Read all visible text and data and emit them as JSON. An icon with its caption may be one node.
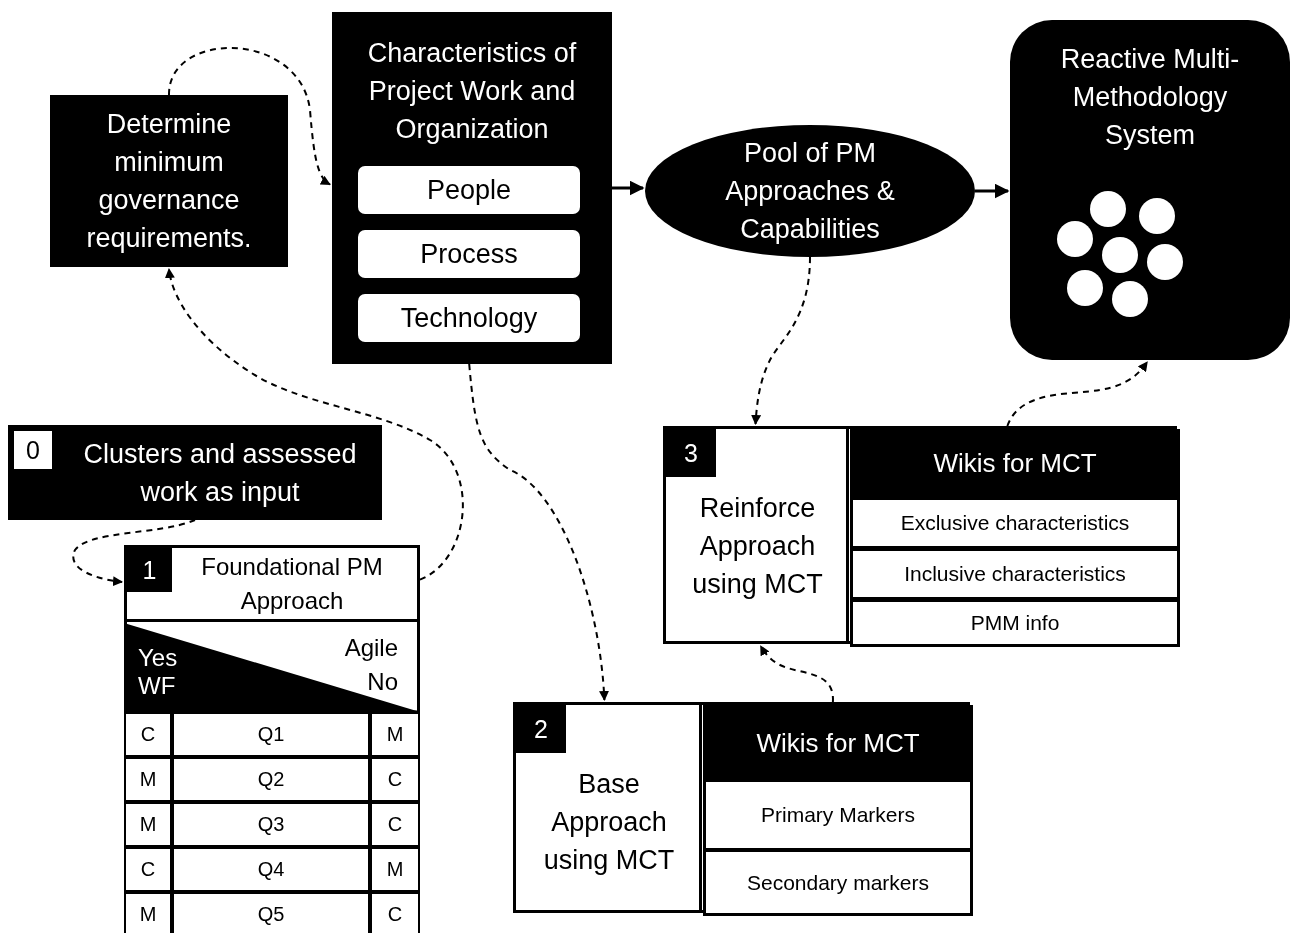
{
  "diagram": {
    "nodes": [
      {
        "text": [
          "Determine minimum governance requirements."
        ]
      },
      {
        "text": [
          "Characteristics of Project Work and Organization"
        ]
      },
      {
        "text": [
          "People"
        ],
        "in": 1
      },
      {
        "text": [
          "Process"
        ],
        "in": 1
      },
      {
        "text": [
          "Technology"
        ],
        "in": 1
      },
      {
        "text": [
          "Pool of PM Approaches & Capabilities"
        ]
      },
      {
        "text": [
          "Reactive Multi-Methodology System"
        ]
      },
      {
        "text": [
          "0",
          "Clusters and assessed work as input"
        ]
      },
      {
        "text": [
          "1",
          "Foundational PM Approach"
        ]
      },
      {
        "text": [
          "3",
          "Reinforce Approach using MCT"
        ]
      },
      {
        "text": [
          "Wikis for MCT"
        ],
        "in": 9
      },
      {
        "text": [
          "Exclusive characteristics"
        ],
        "in": 9
      },
      {
        "text": [
          "Inclusive characteristics"
        ],
        "in": 9
      },
      {
        "text": [
          "PMM info"
        ],
        "in": 9
      },
      {
        "text": [
          "2",
          "Base Approach using MCT"
        ]
      },
      {
        "text": [
          "Wikis for MCT"
        ],
        "in": 14
      },
      {
        "text": [
          "Primary Markers"
        ],
        "in": 14
      },
      {
        "text": [
          "Secondary markers"
        ],
        "in": 14
      }
    ],
    "edges": [
      {
        "from": 0,
        "to": 1,
        "arrow": "to",
        "style": "dashed"
      },
      {
        "from": 1,
        "to": 5,
        "arrow": "to"
      },
      {
        "from": 5,
        "to": 6,
        "arrow": "to"
      },
      {
        "from": 8,
        "to": 0,
        "arrow": "to",
        "style": "dashed"
      },
      {
        "from": 5,
        "to": 9,
        "arrow": "to",
        "style": "dashed"
      },
      {
        "from": 9,
        "to": 6,
        "arrow": "to",
        "style": "dashed"
      },
      {
        "from": 7,
        "to": 8,
        "arrow": "to",
        "style": "dashed"
      },
      {
        "from": 1,
        "to": 14,
        "arrow": "to",
        "style": "dashed"
      },
      {
        "from": 14,
        "to": 9,
        "arrow": "to",
        "style": "dashed"
      }
    ],
    "labels": [
      "Yes",
      "Agile",
      "WF",
      "No",
      "C",
      "Q1",
      "M",
      "M",
      "Q2",
      "C",
      "M",
      "Q3",
      "C",
      "C",
      "Q4",
      "M",
      "M",
      "Q5",
      "C"
    ]
  }
}
